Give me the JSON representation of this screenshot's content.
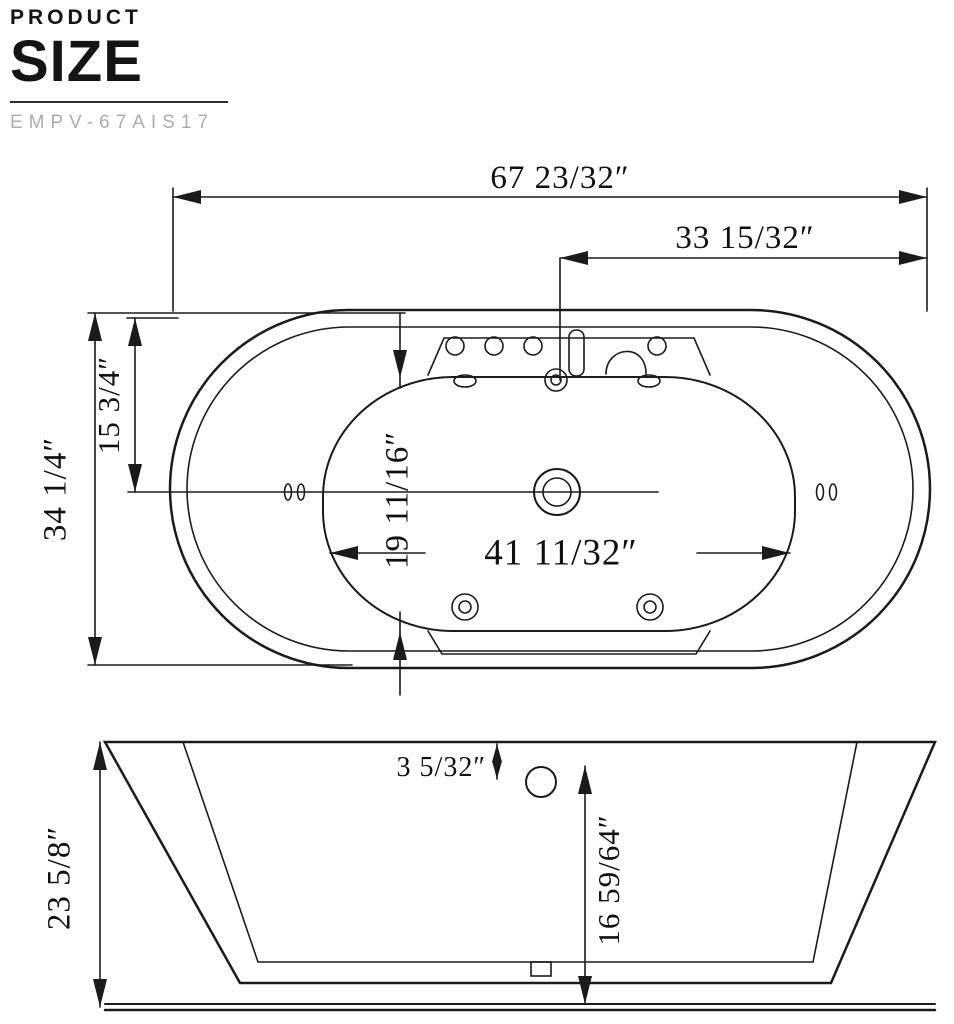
{
  "header": {
    "product": "PRODUCT",
    "size": "SIZE",
    "model": "EMPV-67AIS17"
  },
  "top_view": {
    "overall_length": "67 23/32″",
    "right_half_length": "33 15/32″",
    "overall_width": "34 1/4″",
    "rim_to_center": "15 3/4″",
    "basin_width": "19 11/16″",
    "basin_length": "41 11/32″"
  },
  "side_view": {
    "overall_height": "23 5/8″",
    "rim_to_drain": "3 5/32″",
    "drain_to_floor": "16 59/64″"
  }
}
